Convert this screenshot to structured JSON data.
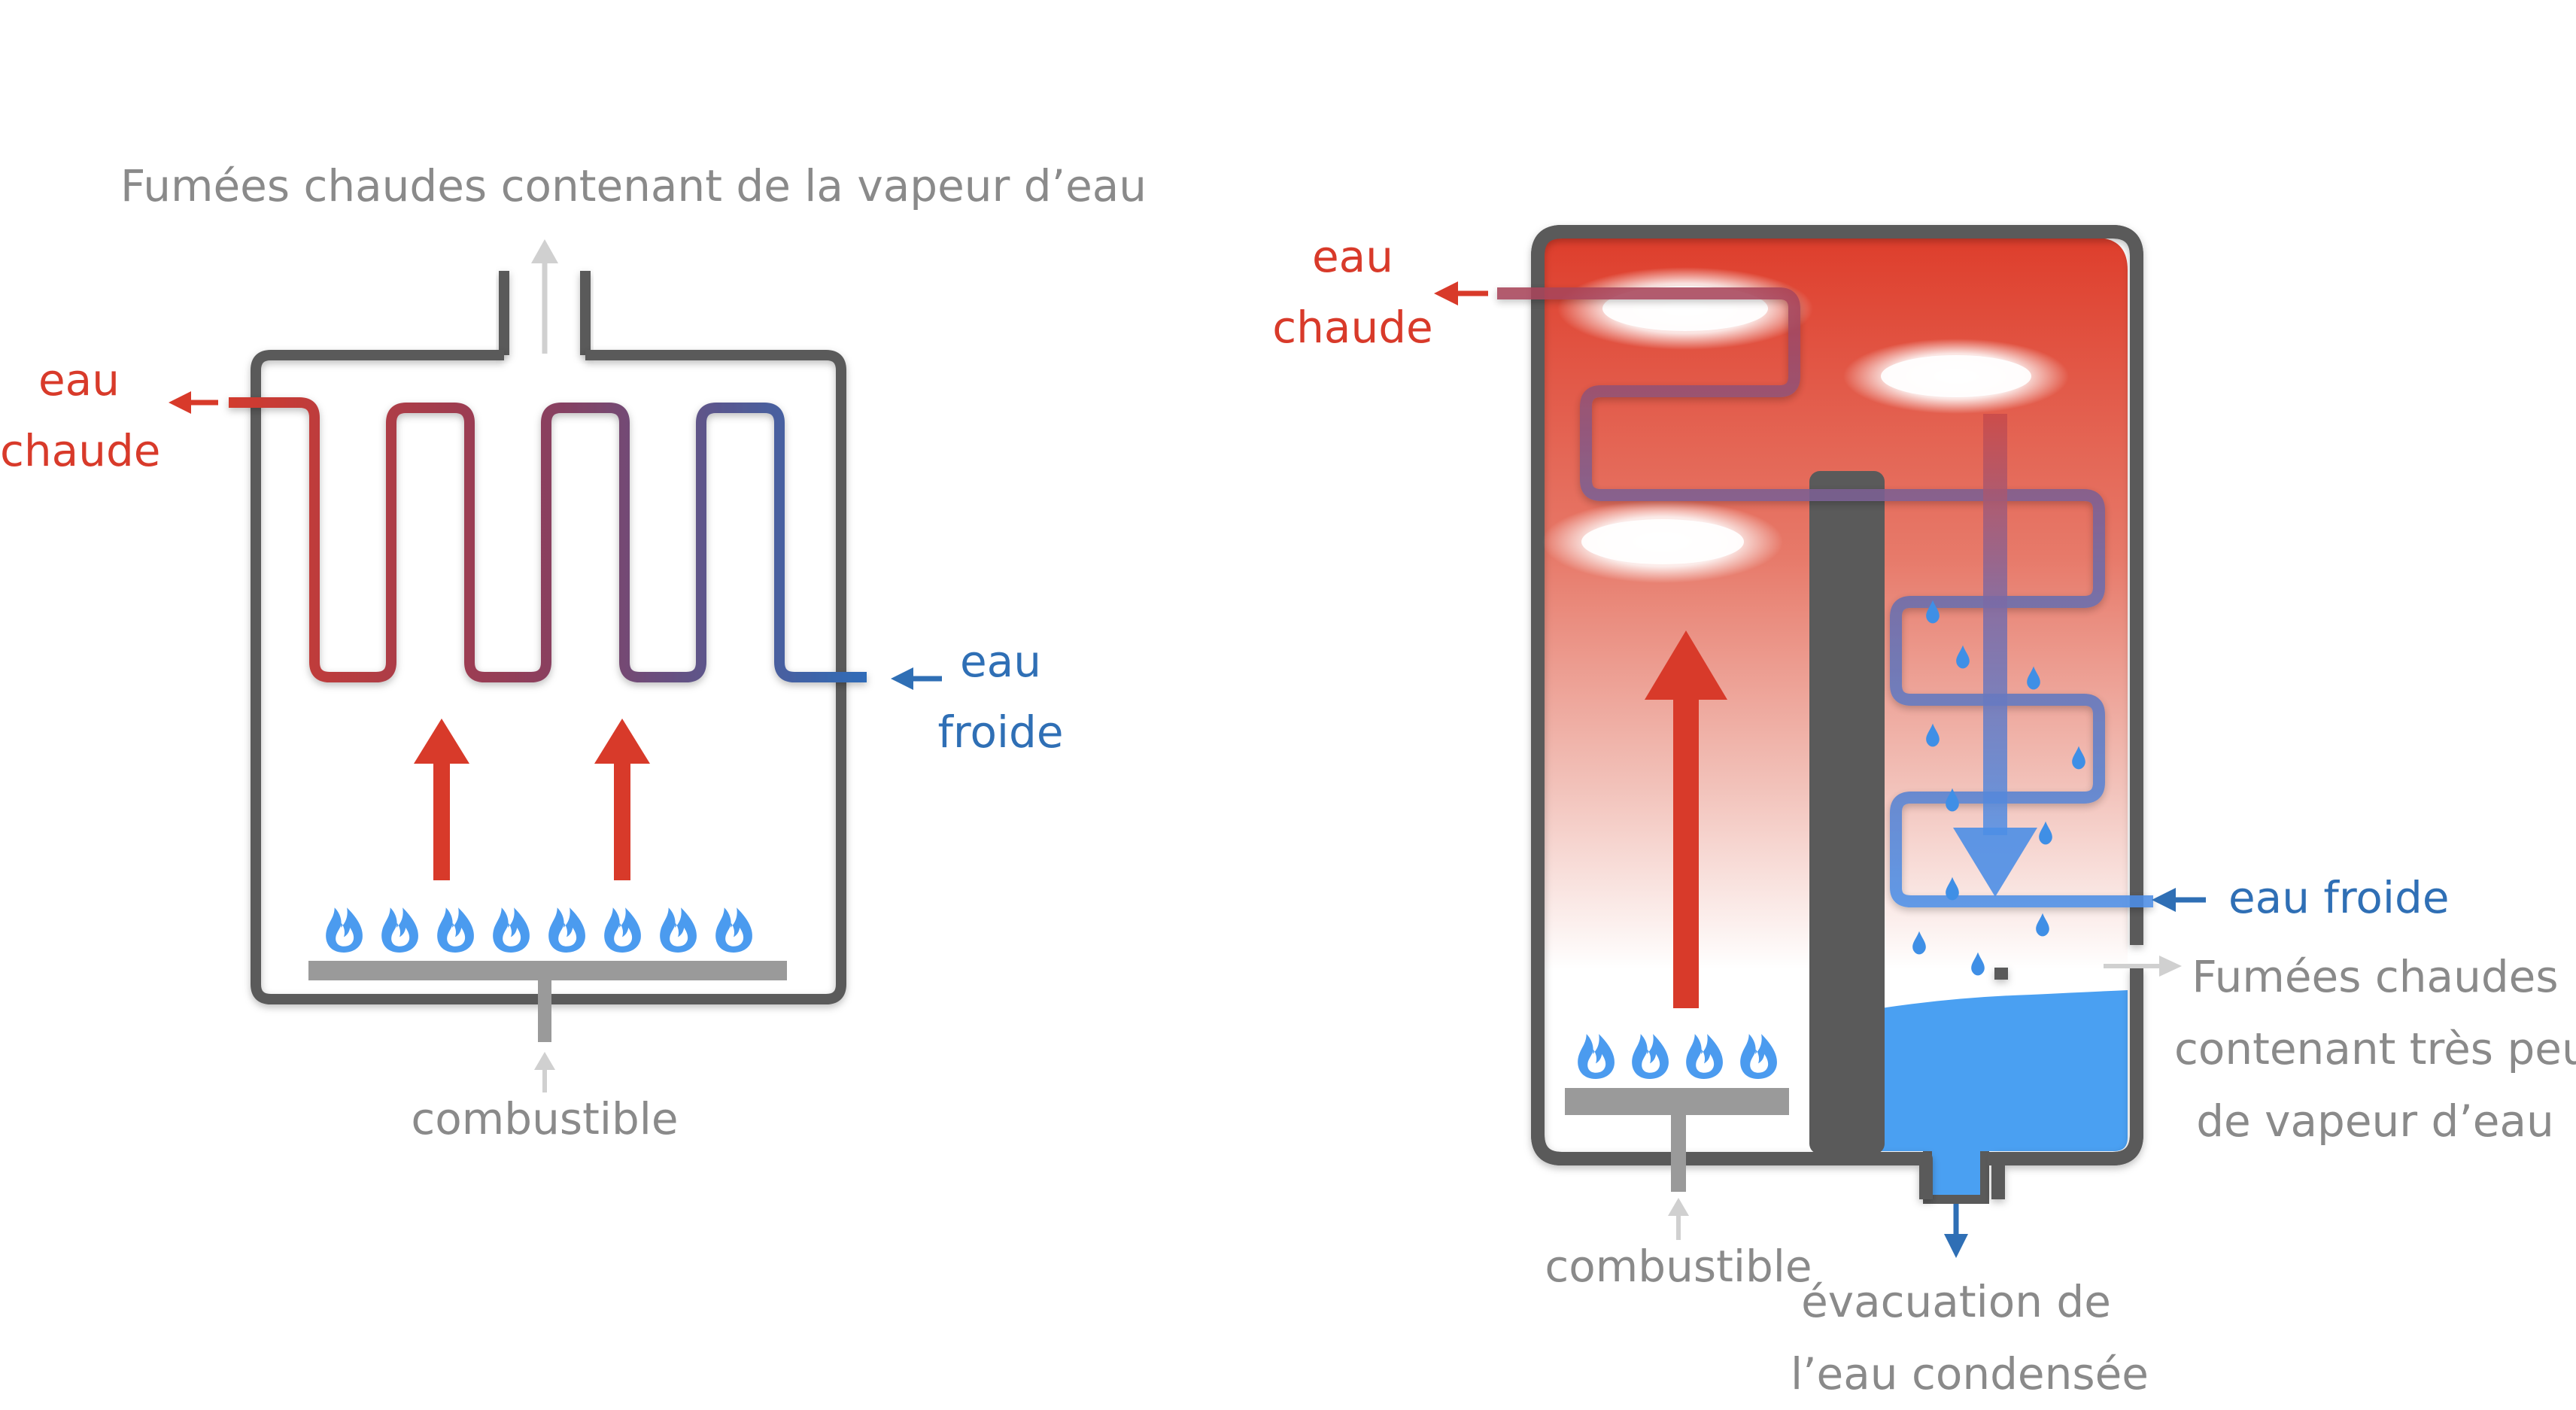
{
  "colors": {
    "hot": "#d83a2a",
    "cold": "#2f6fb5",
    "flame": "#4b9bef",
    "wall": "#5a5a5a",
    "label_grey": "#8a8a8a",
    "condensate": "#4aa0f2"
  },
  "left_boiler": {
    "fumes_label": "Fumées chaudes contenant de la vapeur d’eau",
    "hot_water": [
      "eau",
      "chaude"
    ],
    "cold_water": [
      "eau",
      "froide"
    ],
    "fuel_label": "combustible",
    "burner_flames": 8,
    "heat_arrows": 2
  },
  "right_boiler": {
    "hot_water": [
      "eau",
      "chaude"
    ],
    "cold_water": "eau froide",
    "fumes_label": [
      "Fumées chaudes",
      "contenant très peu",
      "de vapeur d’eau"
    ],
    "fuel_label": "combustible",
    "drain_label": [
      "évacuation de",
      "l’eau condensée"
    ],
    "burner_flames": 4
  },
  "icons": [
    "flame-icon",
    "arrow-up-icon",
    "arrow-left-icon",
    "arrow-right-icon",
    "arrow-down-icon",
    "water-drop-icon",
    "steam-cloud-icon"
  ]
}
